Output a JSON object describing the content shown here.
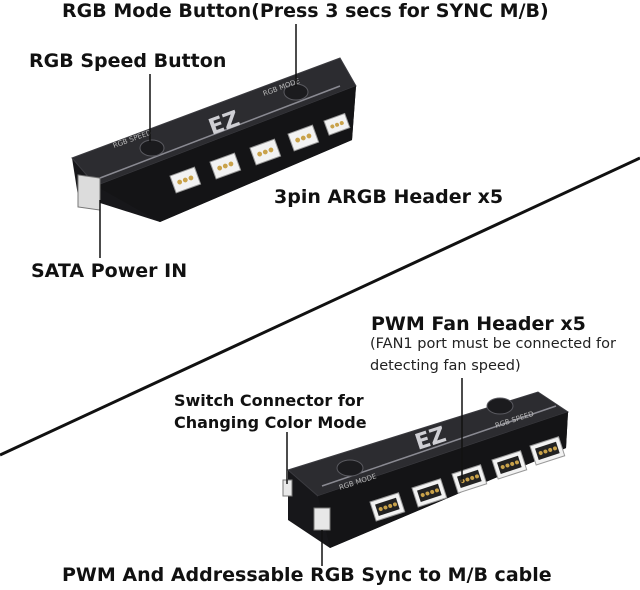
{
  "labels": {
    "rgb_mode_button": "RGB Mode Button(Press 3 secs for SYNC M/B)",
    "rgb_speed_button": "RGB Speed Button",
    "argb_header": "3pin ARGB Header x5",
    "sata_power": "SATA Power IN",
    "pwm_fan_header": "PWM Fan Header x5",
    "pwm_fan_note_line1": "(FAN1 port must be connected for",
    "pwm_fan_note_line2": "detecting fan speed)",
    "switch_connector_line1": "Switch Connector for",
    "switch_connector_line2": "Changing Color Mode",
    "pwm_sync_cable": "PWM And Addressable RGB Sync to M/B cable"
  },
  "hub_top": {
    "speed_button_text": "RGB SPEED",
    "mode_button_text": "RGB MODE",
    "logo_text": "EZ"
  },
  "hub_bottom": {
    "mode_button_text": "RGB MODE",
    "speed_button_text": "RGB SPEED",
    "logo_text": "EZ"
  },
  "colors": {
    "hub_body": "#1e1e20",
    "hub_top_surface": "#2a2a2d",
    "connector_white": "#f2f2f2",
    "pin_gold": "#c9a24a"
  }
}
